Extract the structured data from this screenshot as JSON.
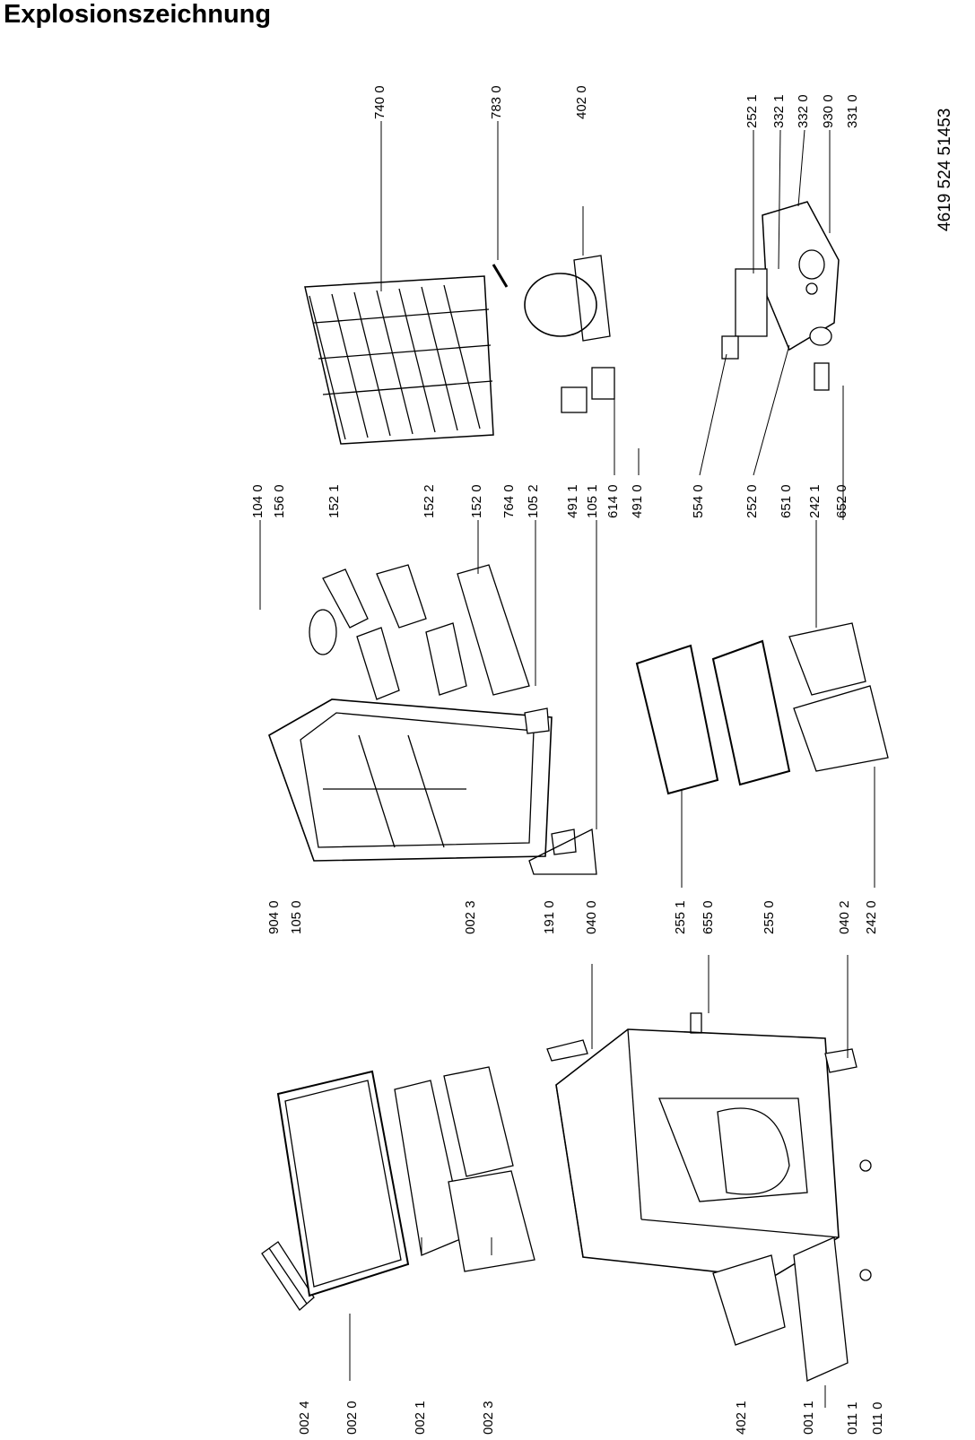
{
  "title": "Explosionszeichnung",
  "document_number": "4619 524 51453",
  "part_labels": [
    "002 4",
    "002 0",
    "002 1",
    "002 3",
    "402 1",
    "001 1",
    "011 1",
    "011 0",
    "904 0",
    "105 0",
    "002 3",
    "191 0",
    "040 0",
    "255 1",
    "655 0",
    "255 0",
    "040 2",
    "242 0",
    "104 0",
    "156 0",
    "152 1",
    "152 2",
    "152 0",
    "764 0",
    "105 2",
    "491 1",
    "105 1",
    "614 0",
    "491 0",
    "554 0",
    "252 0",
    "651 0",
    "242 1",
    "652 0",
    "740 0",
    "783 0",
    "402 0",
    "252 1",
    "332 1",
    "332 0",
    "930 0",
    "331 0"
  ]
}
